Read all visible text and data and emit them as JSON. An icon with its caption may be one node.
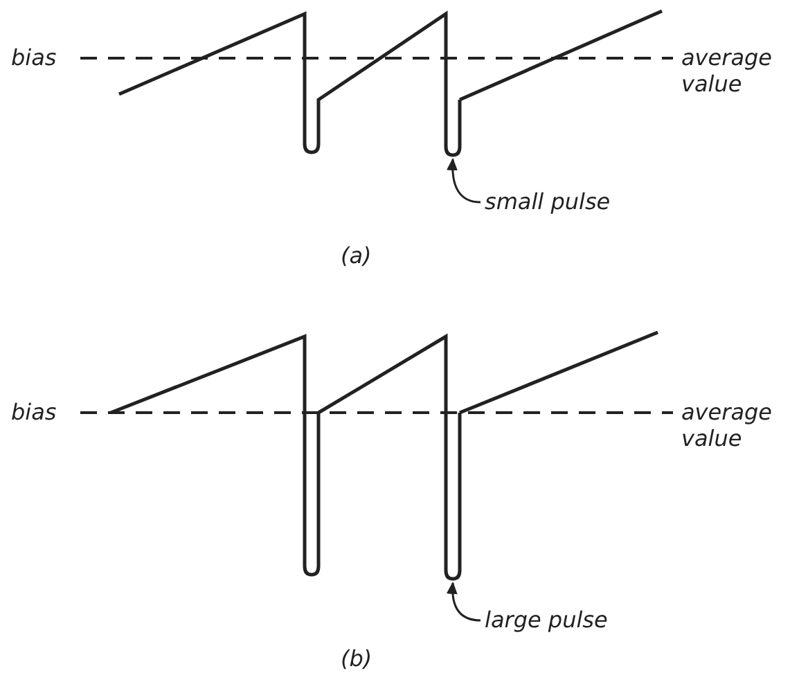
{
  "diagram": {
    "nodes": [
      {
        "text": [
          "small pulse"
        ]
      },
      {
        "text": [
          "large pulse"
        ]
      },
      {
        "text": [],
        "shape": "picture"
      },
      {
        "text": [],
        "shape": "picture"
      }
    ],
    "edges": [
      {
        "from": 0,
        "to": 2,
        "arrow": "to"
      },
      {
        "from": 1,
        "to": 3,
        "arrow": "to"
      }
    ],
    "labels": [
      "bias",
      "average value",
      "(a)",
      "bias",
      "average value",
      "(b)"
    ]
  }
}
